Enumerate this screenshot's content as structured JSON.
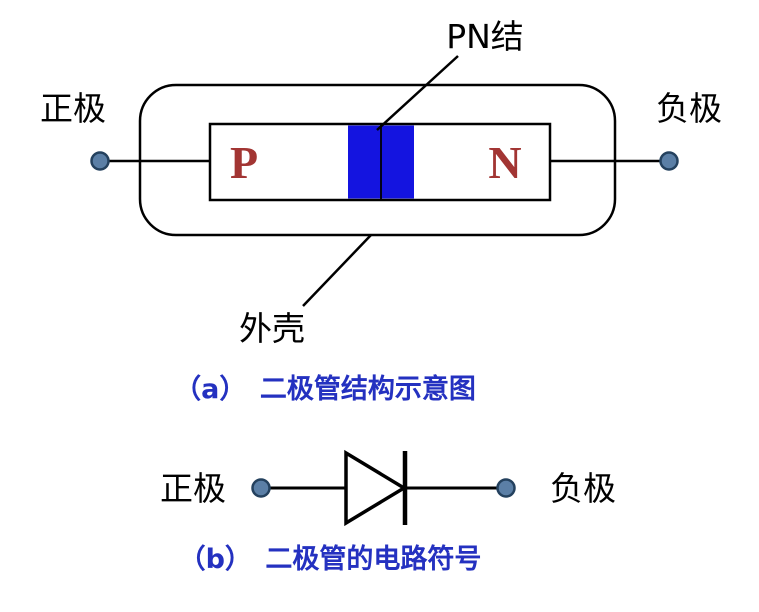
{
  "diagram": {
    "labels": {
      "pn_junction": "PN结",
      "anode_a": "正极",
      "cathode_a": "负极",
      "p_region": "P",
      "n_region": "N",
      "shell": "外壳",
      "anode_b": "正极",
      "cathode_b": "负极"
    },
    "captions": {
      "a": "（a）　二极管结构示意图",
      "b": "（b）　二极管的电路符号"
    },
    "colors": {
      "junction_blue": "#1414e0",
      "region_letter_red": "#a23533",
      "terminal_fill": "#5b7fa6",
      "terminal_stroke": "#24415e",
      "caption_blue": "#2431c0",
      "line_black": "#000000"
    }
  }
}
